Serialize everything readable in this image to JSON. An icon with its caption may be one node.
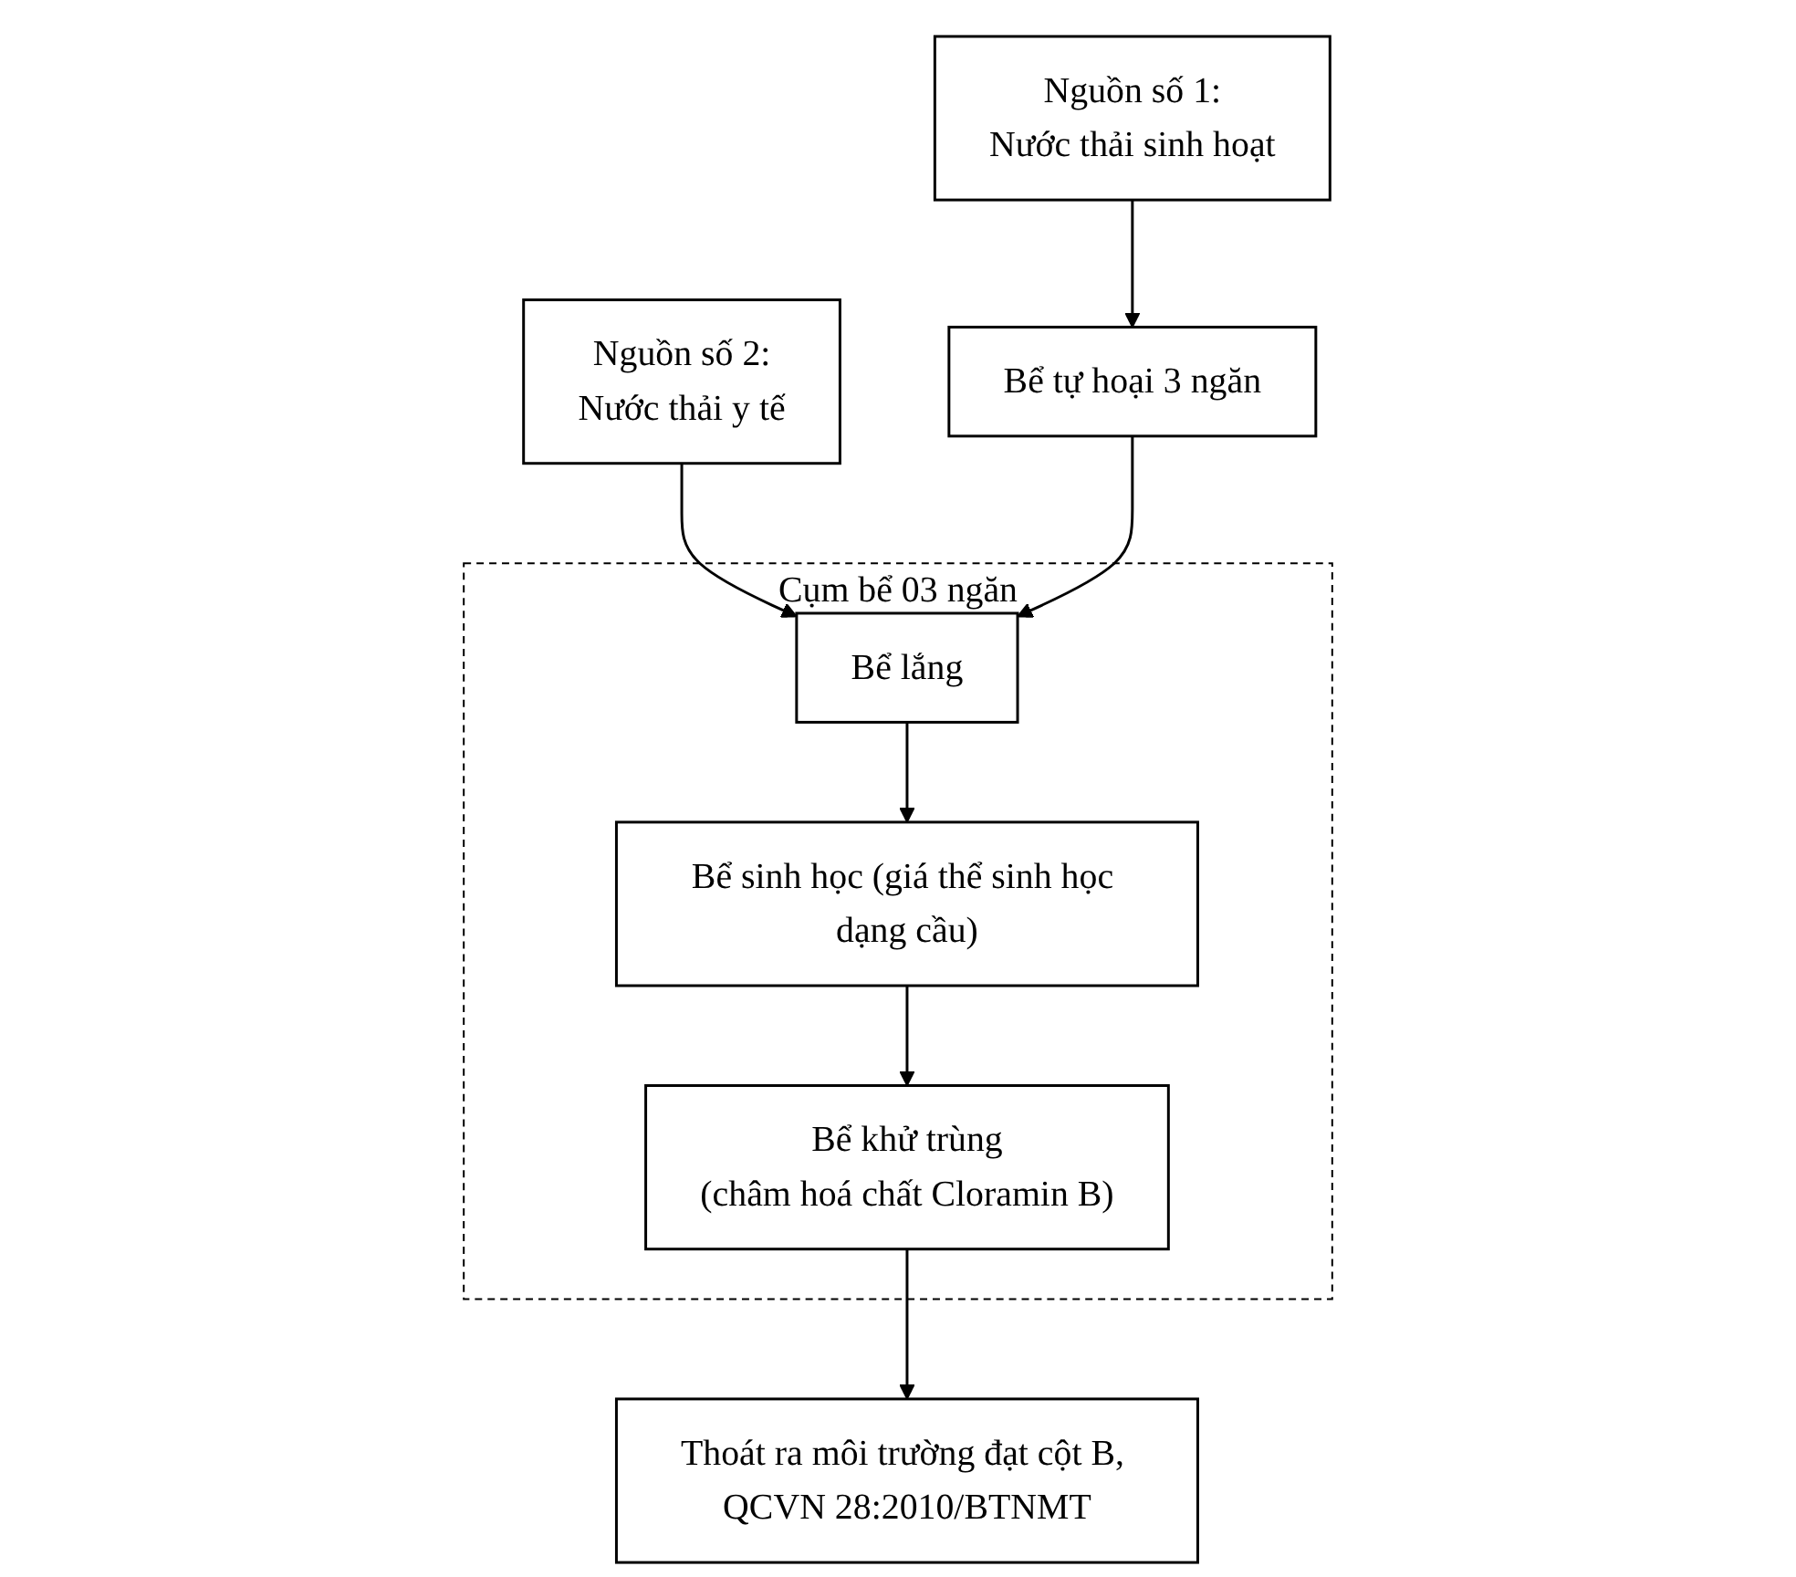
{
  "diagram": {
    "nodes": [
      {
        "text": [
          "Nguồn số 1:",
          "Nước thải sinh hoạt"
        ]
      },
      {
        "text": [
          "Nguồn số 2:",
          "Nước thải y tế"
        ]
      },
      {
        "text": [
          "Bể tự hoại 3 ngăn"
        ]
      },
      {
        "text": [
          "Cụm bể 03 ngăn"
        ]
      },
      {
        "text": [
          "Bể lắng"
        ],
        "in": 3
      },
      {
        "text": [
          "Bể sinh học (giá thể sinh học dạng cầu)"
        ],
        "in": 3
      },
      {
        "text": [
          "Bể khử trùng",
          "(châm hoá chất Cloramin B)"
        ],
        "in": 3
      },
      {
        "text": [
          "Thoát ra môi trường đạt cột B, QCVN 28:2010/BTNMT"
        ]
      }
    ],
    "edges": [
      {
        "from": 0,
        "to": 2,
        "arrow": "to"
      },
      {
        "from": 1,
        "to": 4,
        "arrow": "to"
      },
      {
        "from": 2,
        "to": 4,
        "arrow": "to"
      },
      {
        "from": 4,
        "to": 5,
        "arrow": "to"
      },
      {
        "from": 5,
        "to": 6,
        "arrow": "to"
      },
      {
        "from": 6,
        "to": 7,
        "arrow": "to"
      }
    ]
  }
}
